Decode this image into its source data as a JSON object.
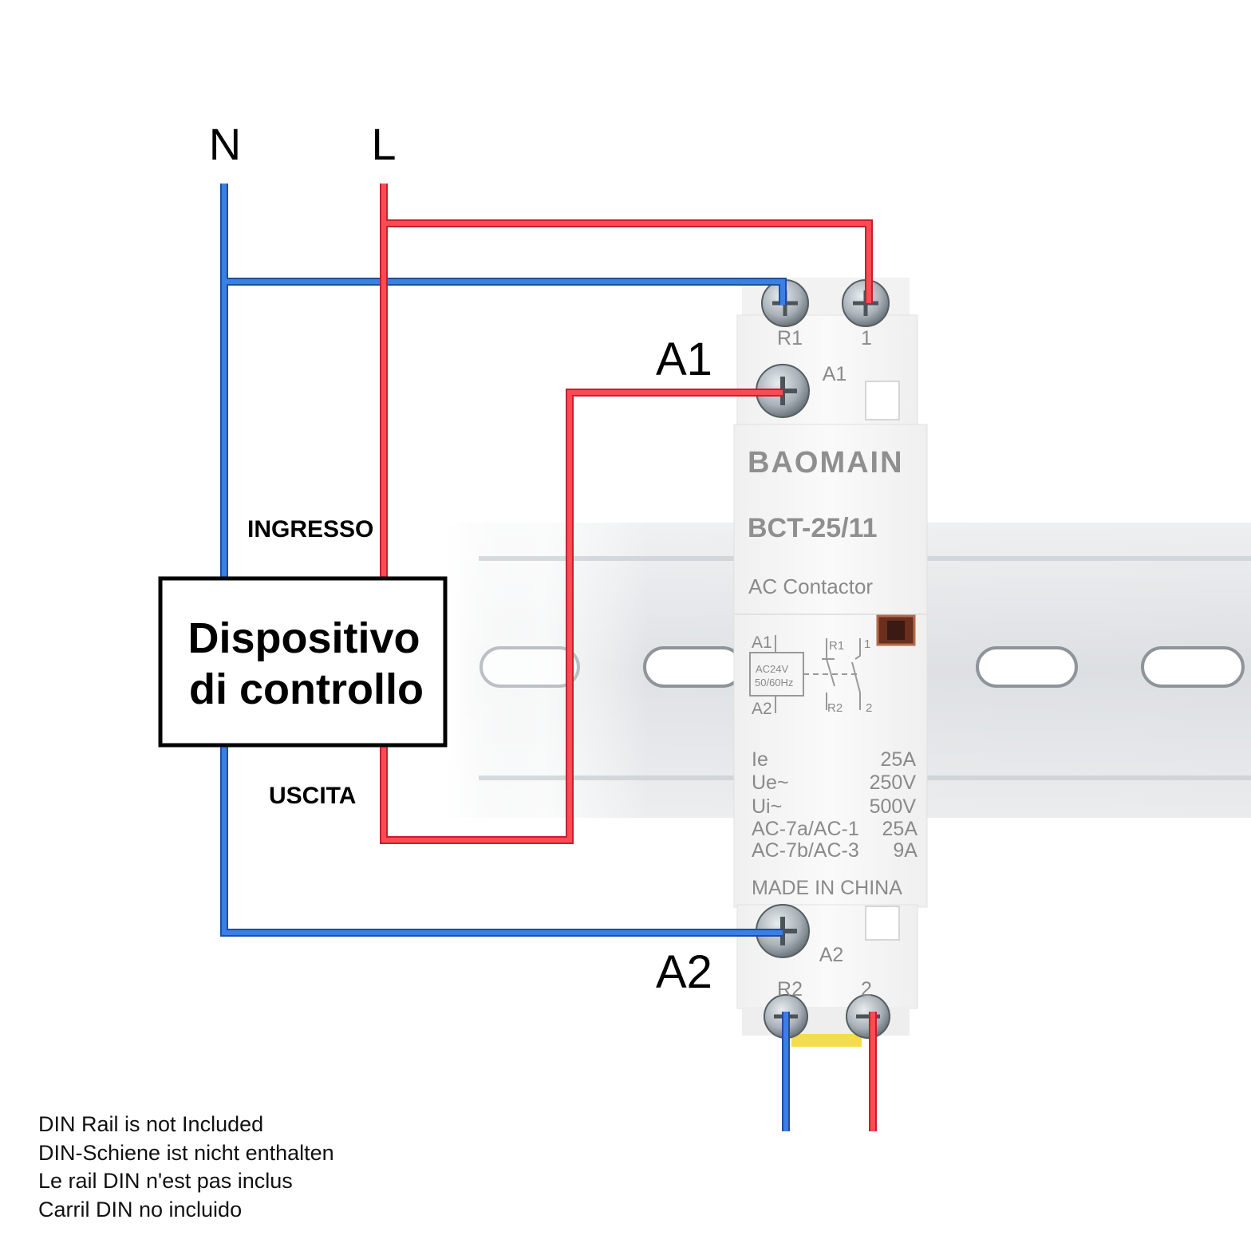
{
  "diagram": {
    "line_labels": {
      "neutral": "N",
      "live": "L"
    },
    "terminal_callouts": {
      "a1": "A1",
      "a2": "A2"
    },
    "controller": {
      "title_line1": "Dispositivo",
      "title_line2": "di controllo",
      "input_label": "INGRESSO",
      "output_label": "USCITA"
    },
    "contactor": {
      "brand": "BAOMAIN",
      "model": "BCT-25/11",
      "type": "AC Contactor",
      "top_terminals": [
        "R1",
        "1"
      ],
      "coil_top_label": "A1",
      "coil_bottom_label": "A2",
      "bottom_terminals": [
        "R2",
        "2"
      ],
      "schematic": {
        "coil_a1": "A1",
        "coil_a2": "A2",
        "coil_voltage": "AC24V",
        "coil_frequency": "50/60Hz",
        "contact_r1": "R1",
        "contact_1": "1",
        "contact_r2": "R2",
        "contact_2": "2"
      },
      "specs": [
        {
          "label": "Ie",
          "value": "25A"
        },
        {
          "label": "Ue~",
          "value": "250V"
        },
        {
          "label": "Ui~",
          "value": "500V"
        },
        {
          "label": "AC-7a/AC-1",
          "value": "25A"
        },
        {
          "label": "AC-7b/AC-3",
          "value": "9A"
        }
      ],
      "origin": "MADE IN CHINA"
    },
    "colors": {
      "neutral_wire": "#2f6fd8",
      "live_wire": "#ef3340"
    }
  },
  "notes": [
    "DIN Rail is not Included",
    "DIN-Schiene ist nicht enthalten",
    "Le rail DIN n'est pas inclus",
    "Carril DIN no incluido"
  ]
}
